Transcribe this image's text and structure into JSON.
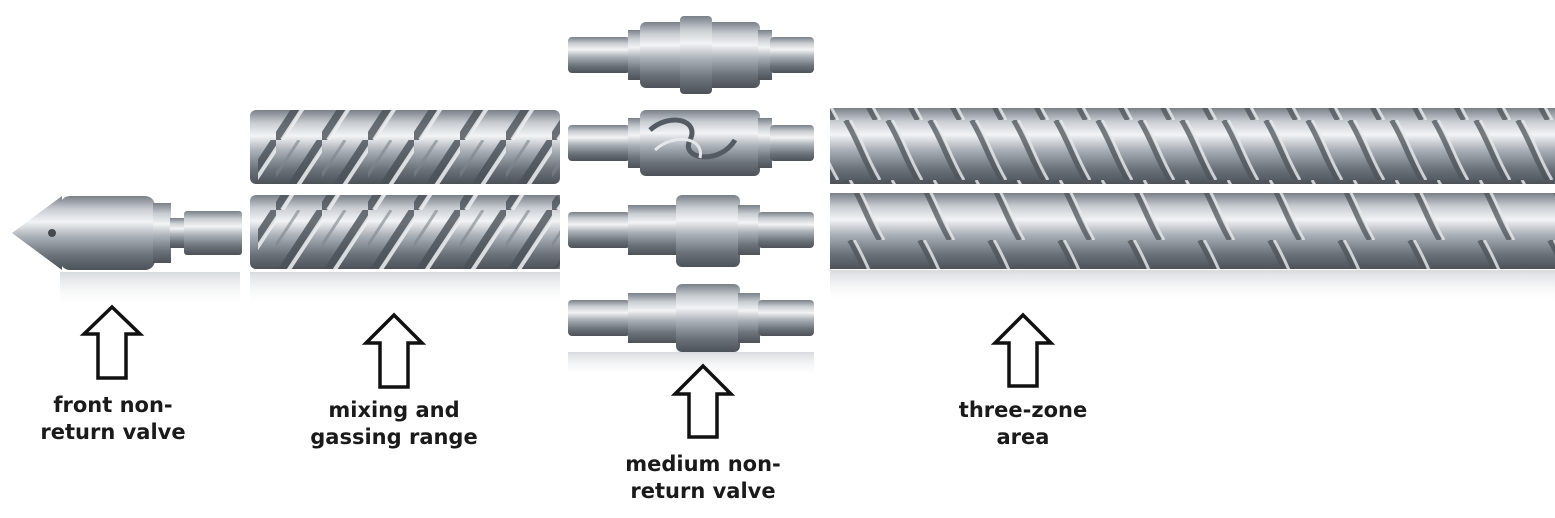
{
  "labels": {
    "front_valve": {
      "line1": "front non-",
      "line2": "return valve"
    },
    "mixing": {
      "line1": "mixing and",
      "line2": "gassing range"
    },
    "medium_valve": {
      "line1": "medium non-",
      "line2": "return valve"
    },
    "three_zone": {
      "line1": "three-zone",
      "line2": "area"
    }
  },
  "colors": {
    "steel_dark": "#5e646c",
    "steel_mid": "#9aa1a9",
    "steel_light": "#e6e9ec",
    "arrow_stroke": "#111111",
    "background": "#ffffff"
  },
  "icons": [
    "up-arrow-icon"
  ]
}
